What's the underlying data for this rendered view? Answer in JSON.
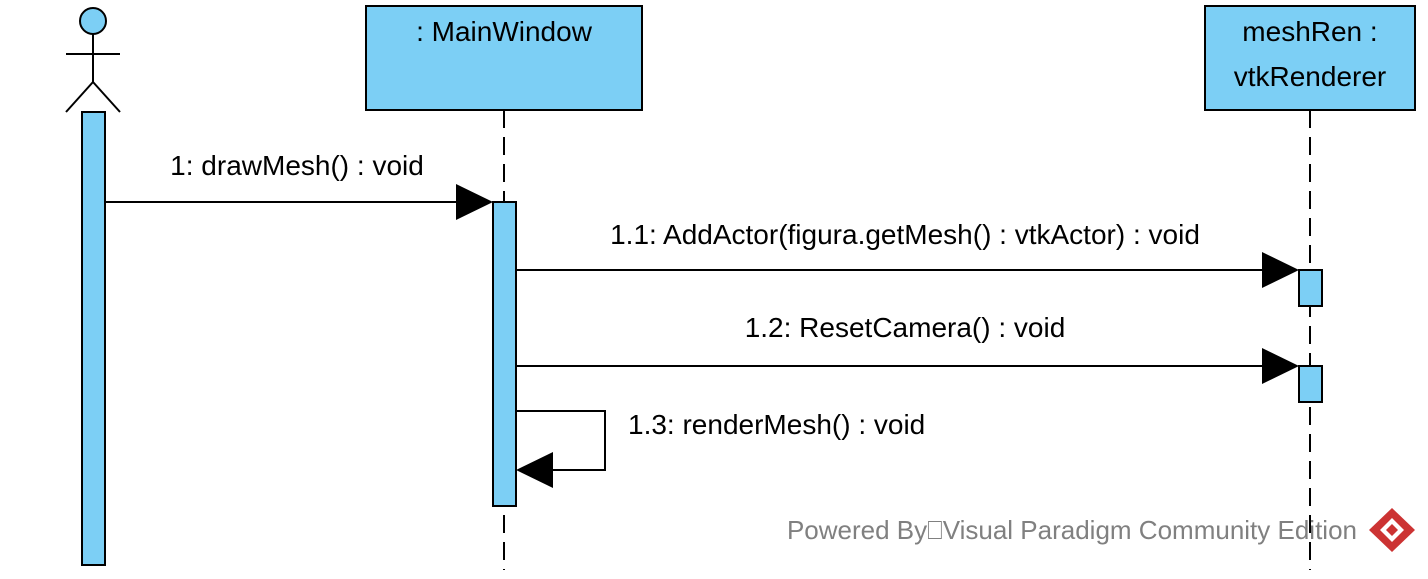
{
  "diagram": {
    "actor": {
      "name": ""
    },
    "lifelines": [
      {
        "lines": [
          ": MainWindow"
        ]
      },
      {
        "lines": [
          "meshRen :",
          "vtkRenderer"
        ]
      }
    ],
    "messages": [
      {
        "label": "1: drawMesh() : void"
      },
      {
        "label": "1.1: AddActor(figura.getMesh() : vtkActor) : void"
      },
      {
        "label": "1.2: ResetCamera() : void"
      },
      {
        "label": "1.3: renderMesh() : void"
      }
    ]
  },
  "watermark": {
    "text": "Powered By⎕Visual Paradigm Community Edition"
  },
  "colors": {
    "fill": "#7ccff5",
    "stroke": "#000000",
    "watermark": "#808080",
    "logo": "#cc3333"
  },
  "icons": {
    "logo": "visual-paradigm-logo-icon"
  }
}
